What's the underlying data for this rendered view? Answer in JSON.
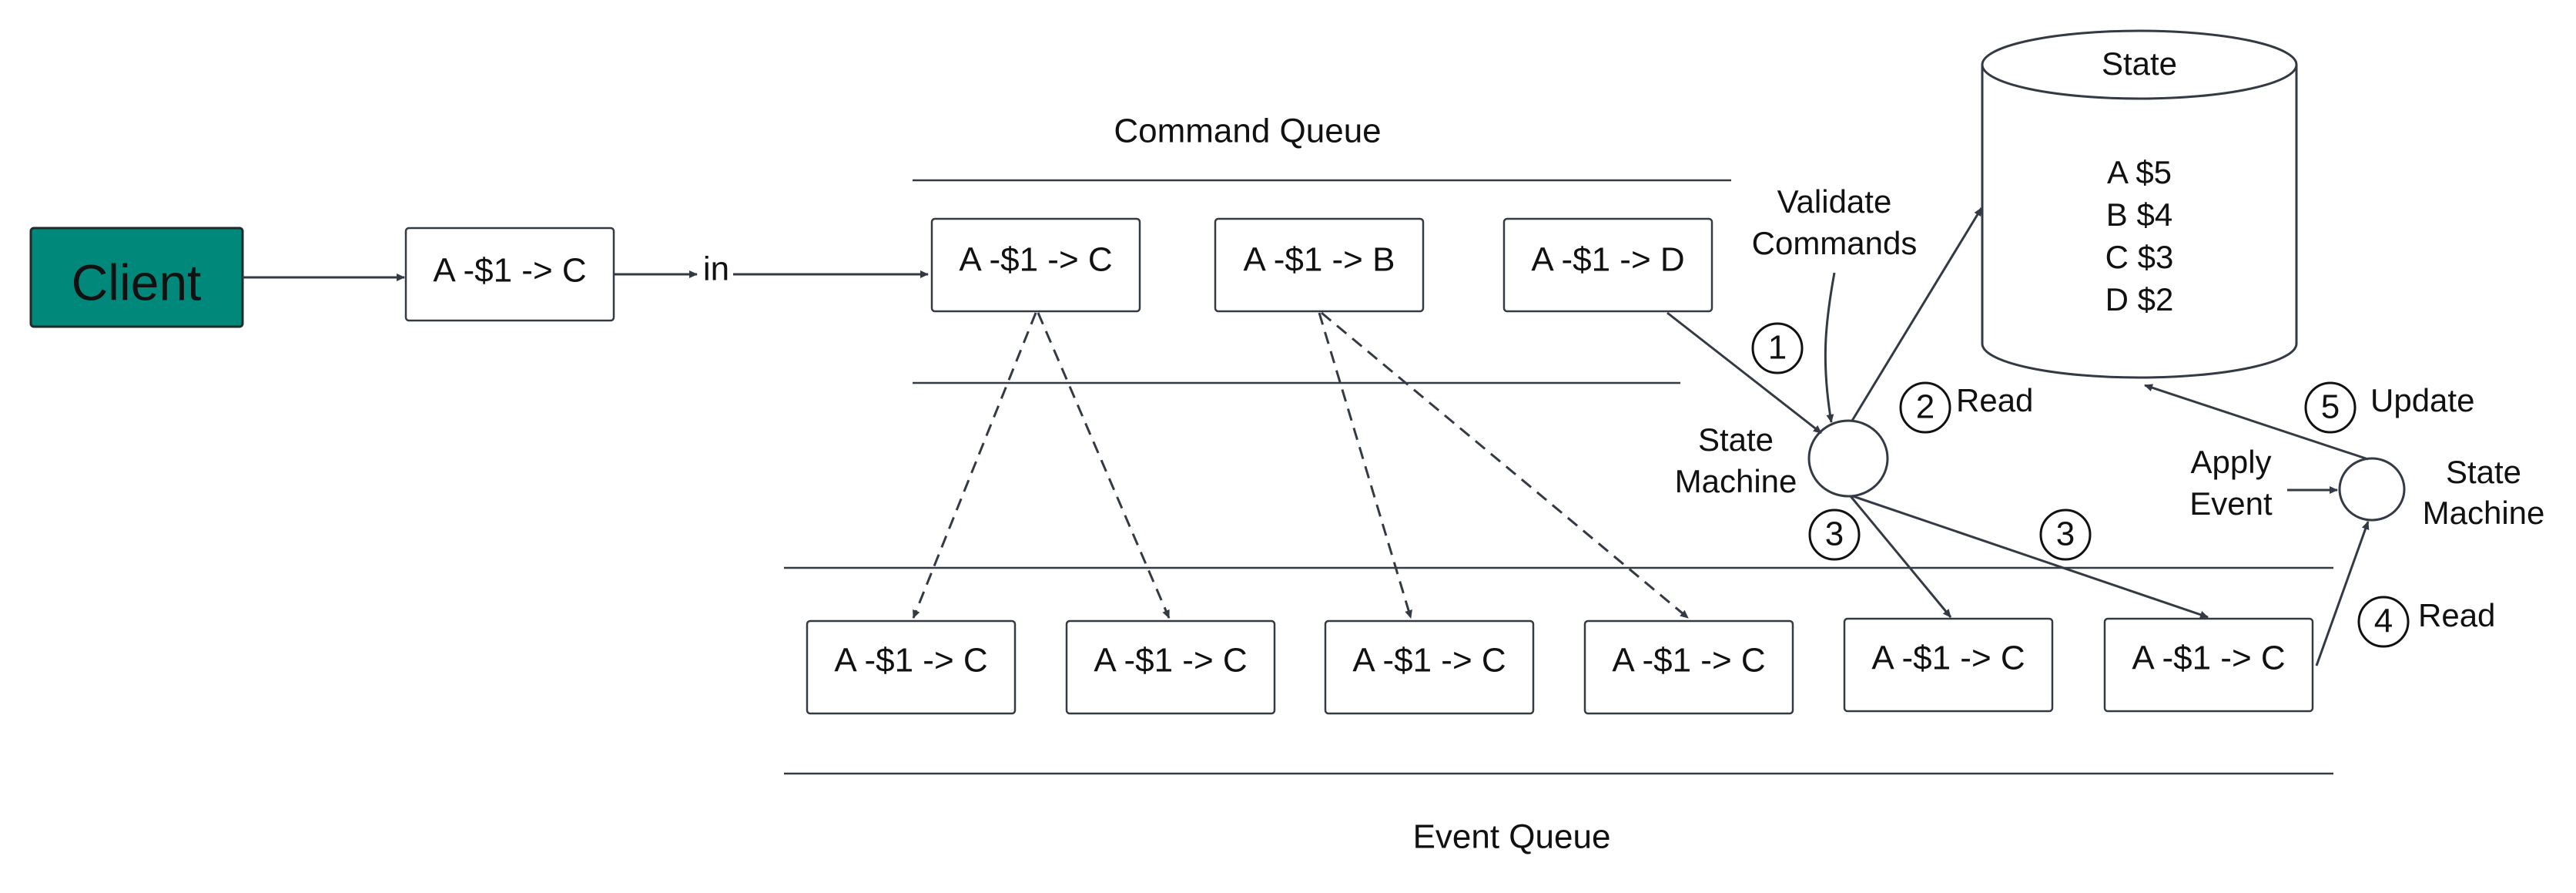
{
  "colors": {
    "client_fill": "#00897b",
    "stroke": "#333a44",
    "text": "#111111"
  },
  "client": {
    "label": "Client"
  },
  "incoming_command": {
    "label": "A -$1 -> C"
  },
  "in_label": "in",
  "command_queue": {
    "title": "Command Queue",
    "items": [
      "A -$1 -> C",
      "A -$1 -> B",
      "A -$1 -> D"
    ]
  },
  "event_queue": {
    "title": "Event Queue",
    "items": [
      "A -$1 -> C",
      "A -$1 -> C",
      "A -$1 -> C",
      "A -$1 -> C",
      "A -$1 -> C",
      "A -$1 -> C"
    ]
  },
  "state_store": {
    "title": "State",
    "entries": [
      "A $5",
      "B $4",
      "C $3",
      "D $2"
    ]
  },
  "state_machine_1": {
    "label_line1": "State",
    "label_line2": "Machine"
  },
  "state_machine_2": {
    "label_line1": "State",
    "label_line2": "Machine"
  },
  "validate_label": {
    "line1": "Validate",
    "line2": "Commands"
  },
  "apply_label": {
    "line1": "Apply",
    "line2": "Event"
  },
  "steps": {
    "s1": {
      "number": "1"
    },
    "s2": {
      "number": "2",
      "label": "Read"
    },
    "s3a": {
      "number": "3"
    },
    "s3b": {
      "number": "3"
    },
    "s4": {
      "number": "4",
      "label": "Read"
    },
    "s5": {
      "number": "5",
      "label": "Update"
    }
  }
}
